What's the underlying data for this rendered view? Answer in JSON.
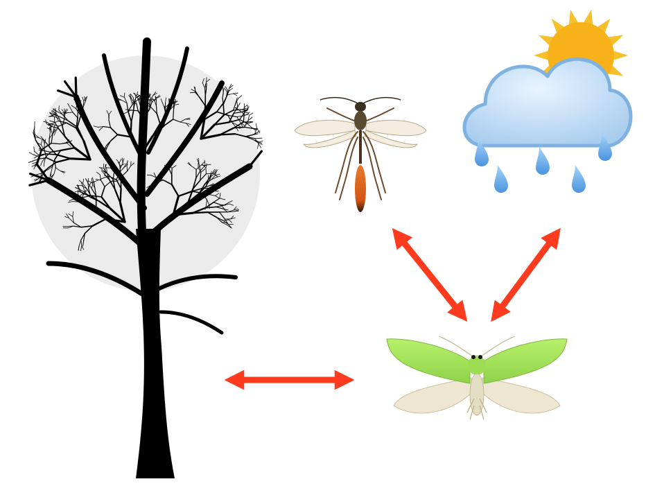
{
  "diagram": {
    "nodes": [
      {
        "id": "tree",
        "icon": "tree-icon"
      },
      {
        "id": "wasp",
        "icon": "wasp-icon"
      },
      {
        "id": "weather",
        "icon": "rain-cloud-sun-icon"
      },
      {
        "id": "moth",
        "icon": "green-moth-icon"
      }
    ],
    "edges": [
      {
        "from": "tree",
        "to": "moth",
        "type": "bidirectional"
      },
      {
        "from": "wasp",
        "to": "moth",
        "type": "bidirectional"
      },
      {
        "from": "weather",
        "to": "moth",
        "type": "bidirectional"
      }
    ]
  },
  "colors": {
    "arrow": "#ff3b1f",
    "tree": "#000000",
    "cloud_fill": "#bcdcf6",
    "cloud_stroke": "#7fb2e0",
    "sun": "#f7b21a",
    "rain": "#6fb0ea",
    "moth_wing": "#a6e65a",
    "moth_hindwing": "#efe6d2",
    "wasp_abdomen": "#e2651c"
  }
}
